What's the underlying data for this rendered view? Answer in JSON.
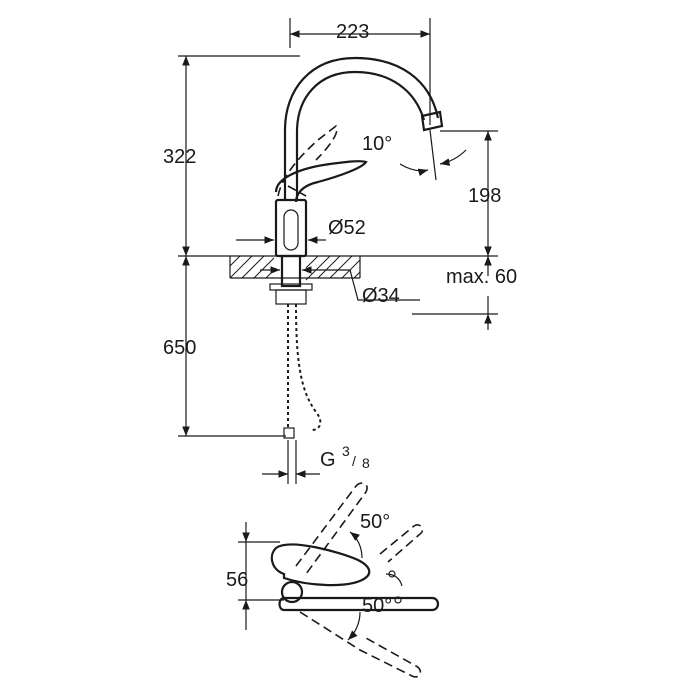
{
  "dimensions": {
    "spout_reach": "223",
    "total_height": "322",
    "spout_angle": "10°",
    "spout_height": "198",
    "body_diameter": "Ø52",
    "hole_diameter": "Ø34",
    "max_thickness": "max. 60",
    "hose_length": "650",
    "connection_G": "G",
    "connection_num": "3",
    "connection_den": "8",
    "lever_height": "56",
    "lever_angle_up": "50°",
    "lever_angle_down": "50°"
  }
}
